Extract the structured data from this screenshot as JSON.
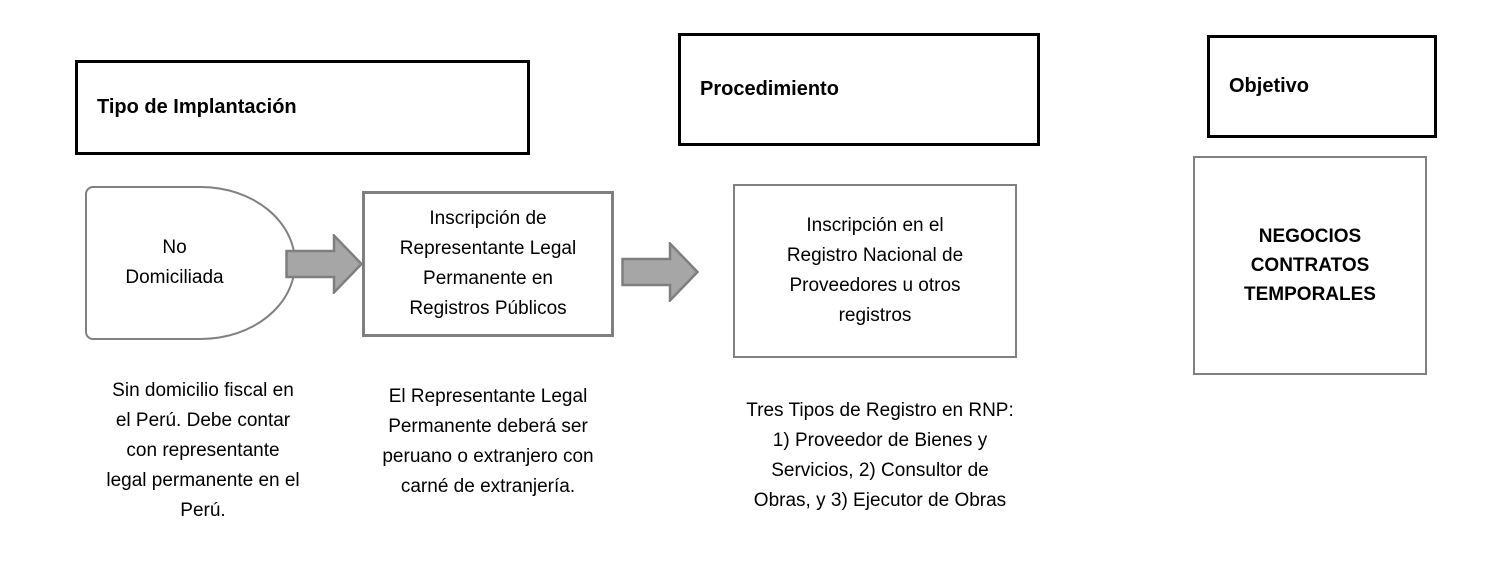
{
  "colors": {
    "page_bg": "#ffffff",
    "header_border": "#000000",
    "node_border": "#808080",
    "arrow_fill": "#a6a6a6",
    "arrow_stroke": "#7f7f7f",
    "text": "#000000"
  },
  "diagram": {
    "headers": [
      "Tipo de Implantación",
      "Procedimiento",
      "Objetivo"
    ],
    "nodes": {
      "no_domiciliada": {
        "label": "No\nDomiciliada"
      },
      "registro_publico": {
        "label": "Inscripción de\nRepresentante Legal\nPermanente en\nRegistros Públicos"
      },
      "registro_rnp": {
        "label": "Inscripción en el\nRegistro Nacional de\nProveedores u otros\nregistros"
      },
      "objetivo_final": {
        "label": "NEGOCIOS\nCONTRATOS\nTEMPORALES"
      }
    },
    "captions": {
      "no_domiciliada": "Sin domicilio fiscal en\nel Perú. Debe contar\ncon representante\nlegal permanente en el\nPerú.",
      "registro_publico": "El Representante Legal\nPermanente deberá ser\nperuano o extranjero con\ncarné de extranjería.",
      "registro_rnp": "Tres Tipos de Registro en RNP:\n1) Proveedor de Bienes y\nServicios, 2) Consultor de\nObras, y 3) Ejecutor de Obras"
    }
  }
}
